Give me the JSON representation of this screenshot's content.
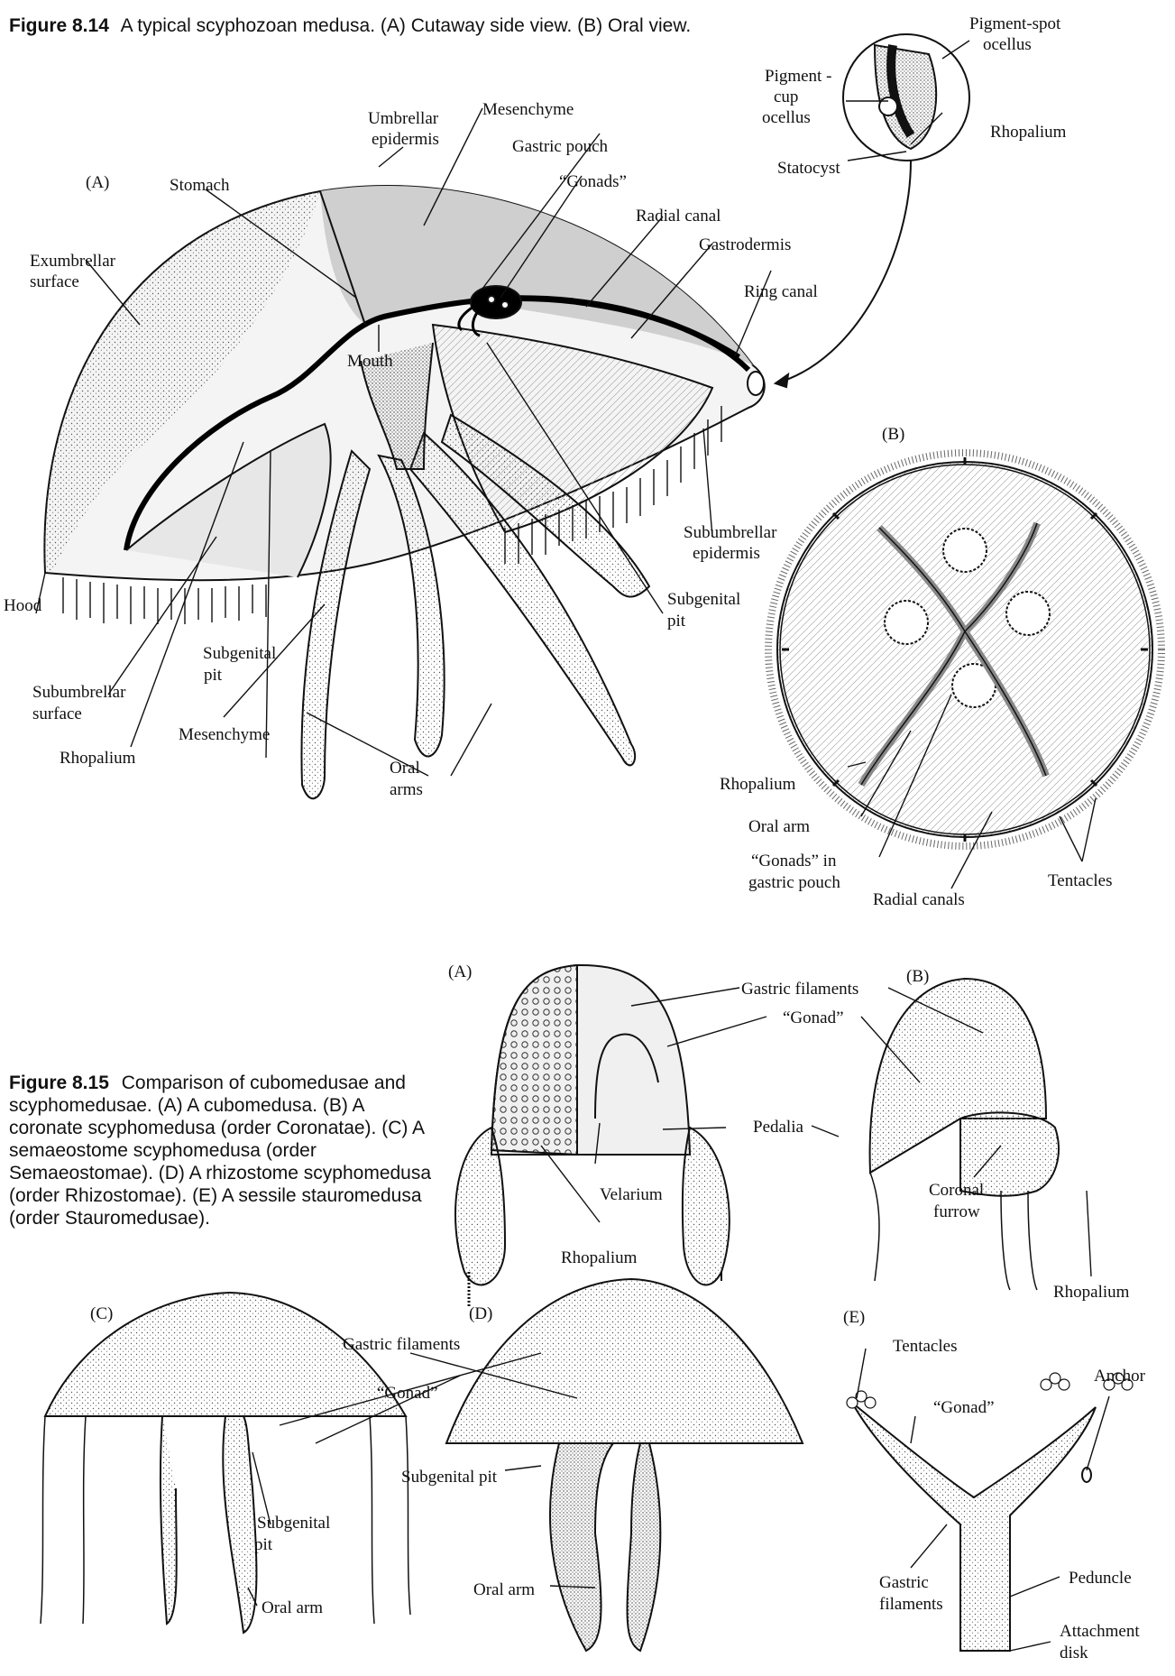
{
  "fig814": {
    "number": "Figure 8.14",
    "text": "A typical scyphozoan medusa. (A) Cutaway side view. (B) Oral view.",
    "panelA": "(A)",
    "panelB": "(B)",
    "labels": {
      "pigment_spot_1": "Pigment-spot",
      "pigment_spot_2": "ocellus",
      "pigment_cup_1": "Pigment -",
      "pigment_cup_2": "cup",
      "pigment_cup_3": "ocellus",
      "rhopalium_inset": "Rhopalium",
      "statocyst": "Statocyst",
      "umbrellar_1": "Umbrellar",
      "umbrellar_2": "epidermis",
      "mesenchyme_top": "Mesenchyme",
      "gastric_pouch": "Gastric pouch",
      "gonads": "“Gonads”",
      "stomach": "Stomach",
      "radial_canal": "Radial canal",
      "gastrodermis": "Gastrodermis",
      "exumbrellar_1": "Exumbrellar",
      "exumbrellar_2": "surface",
      "ring_canal": "Ring canal",
      "mouth": "Mouth",
      "hood": "Hood",
      "subumbrellar_ep_1": "Subumbrellar",
      "subumbrellar_ep_2": "epidermis",
      "subgenital_r_1": "Subgenital",
      "subgenital_r_2": "pit",
      "subgenital_l_1": "Subgenital",
      "subgenital_l_2": "pit",
      "subumbrellar_s_1": "Subumbrellar",
      "subumbrellar_s_2": "surface",
      "mesenchyme_bottom": "Mesenchyme",
      "rhopalium_a": "Rhopalium",
      "oral_arms_1": "Oral",
      "oral_arms_2": "arms",
      "rhopalium_b": "Rhopalium",
      "oral_arm_b": "Oral arm",
      "gonads_pouch_1": "“Gonads” in",
      "gonads_pouch_2": "gastric pouch",
      "radial_canals": "Radial canals",
      "tentacles_b": "Tentacles"
    }
  },
  "fig815": {
    "number": "Figure 8.15",
    "text": "Comparison of cubomedusae and scyphomedusae. (A) A cubomedusa. (B) A coronate scyphomedusa (order Coronatae). (C) A semaeostome scyphomedusa (order Semaeostomae). (D) A rhizostome scyphomedusa (order Rhizostomae). (E) A sessile stauromedusa (order Stauromedusae).",
    "panels": [
      "(A)",
      "(B)",
      "(C)",
      "(D)",
      "(E)"
    ],
    "labels": {
      "gastric_filaments_ab": "Gastric filaments",
      "gonad_ab": "“Gonad”",
      "pedalia": "Pedalia",
      "velarium": "Velarium",
      "rhopalium_a": "Rhopalium",
      "coronal_1": "Coronal",
      "coronal_2": "furrow",
      "rhopalium_b": "Rhopalium",
      "gastric_filaments_cd": "Gastric filaments",
      "gonad_cd": "“Gonad”",
      "subgenital_pit_d": "Subgenital pit",
      "subgenital_c_1": "Subgenital",
      "subgenital_c_2": "pit",
      "oral_arm_c": "Oral arm",
      "oral_arm_d": "Oral arm",
      "tentacles_e": "Tentacles",
      "gonad_e": "“Gonad”",
      "anchor": "Anchor",
      "gastric_e_1": "Gastric",
      "gastric_e_2": "filaments",
      "peduncle": "Peduncle",
      "attachment_1": "Attachment",
      "attachment_2": "disk"
    }
  }
}
